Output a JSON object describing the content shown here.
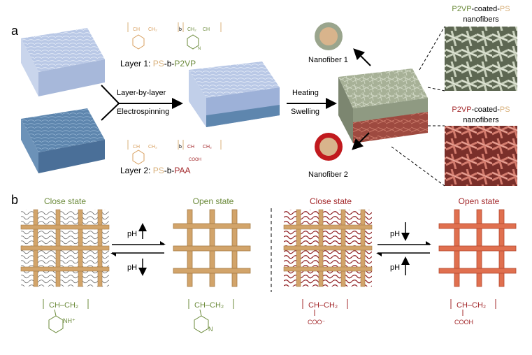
{
  "panel_a": {
    "panel_letter": "a",
    "layer1": {
      "prefix": "Layer 1: ",
      "ps": "PS",
      "dash": "-b-",
      "block": "P2VP"
    },
    "layer2": {
      "prefix": "Layer 2: ",
      "ps": "PS",
      "dash": "-b-",
      "block": "PAA"
    },
    "process_line1": "Layer-by-layer",
    "process_line2": "Electrospinning",
    "treatment_line1": "Heating",
    "treatment_line2": "Swelling",
    "nanofiber1_label": "Nanofiber 1",
    "nanofiber2_label": "Nanofiber 2",
    "zoom_top": {
      "coat": "P2VP",
      "mid": "-coated-",
      "core": "PS",
      "line2": "nanofibers"
    },
    "zoom_bottom": {
      "coat": "P2VP",
      "mid": "-coated-",
      "core": "PS",
      "line2": "nanofibers"
    },
    "formula_top": {
      "seg1": "CH",
      "seg2": "CH₂",
      "link": "b",
      "seg3": "CH₂",
      "seg4": "CH",
      "ring_atom": "N"
    },
    "formula_bottom": {
      "seg1": "CH",
      "seg2": "CH₂",
      "link": "b",
      "seg3": "CH",
      "seg4": "CH₂",
      "sub": "COOH"
    }
  },
  "panel_b": {
    "panel_letter": "b",
    "left_close_label": "Close state",
    "left_open_label": "Open state",
    "right_close_label": "Close state",
    "right_open_label": "Open state",
    "ph_label": "pH",
    "chem_left_close": {
      "backbone": "CH–CH₂",
      "group": "NH⁺"
    },
    "chem_left_open": {
      "backbone": "CH–CH₂",
      "group": "N"
    },
    "chem_right_close": {
      "backbone": "CH–CH₂",
      "group": "COO⁻"
    },
    "chem_right_open": {
      "backbone": "CH–CH₂",
      "group": "COOH"
    }
  },
  "colors": {
    "green_text": "#6b8a3a",
    "red_text": "#a3282b",
    "ps_tan": "#d8b07a",
    "p2vp_green": "#6b8a3a",
    "paa_red": "#a3282b",
    "mat_blue_light": "#b9c8e6",
    "mat_blue_dark": "#5e86ae",
    "mat_green": "#a7b197",
    "mat_red": "#a4483f",
    "nanofiber_core": "#d8b48c",
    "nanofiber1_shell": "#9aa58d",
    "nanofiber2_shell": "#c11a1e",
    "rod": "#d2a46a",
    "rod_red": "#e0704f"
  }
}
